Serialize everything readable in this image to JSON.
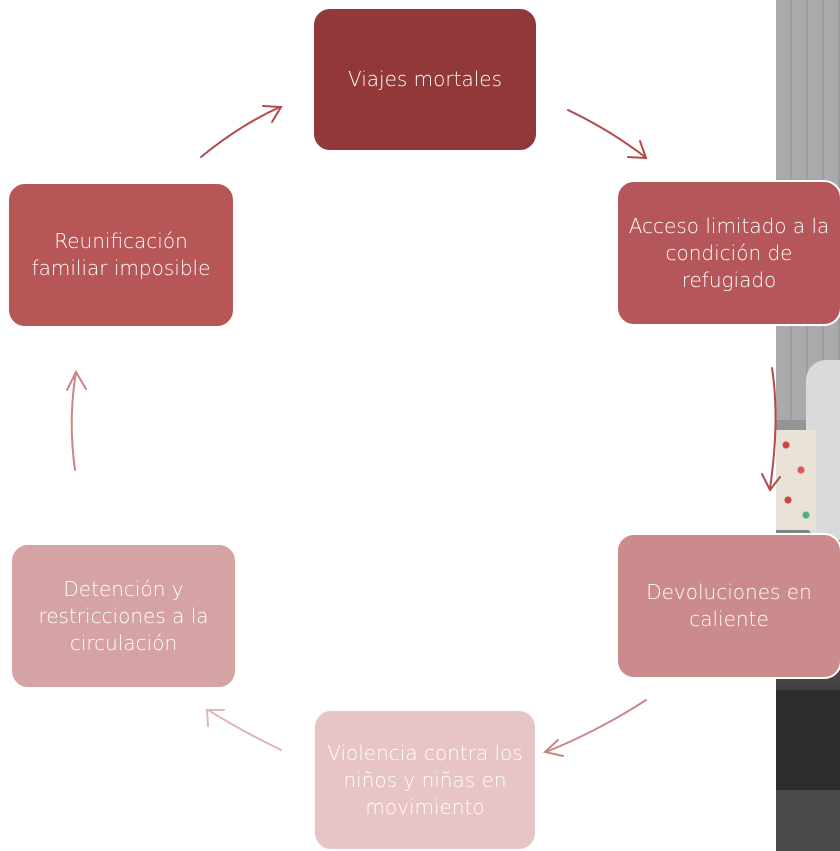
{
  "colors": {
    "c1": "#923838",
    "c2": "#b5565a",
    "c3": "#cb8a8c",
    "c4": "#e7c4c5",
    "c5": "#d5a3a4",
    "c6": "#b65657",
    "arrow_dark": "#b34a4c",
    "arrow_mid": "#c98587",
    "arrow_light": "#e2b7b8"
  },
  "cycle": {
    "nodes": [
      {
        "label": "Viajes mortales"
      },
      {
        "label": "Acceso limitado a la condición de refugiado"
      },
      {
        "label": "Devoluciones en caliente"
      },
      {
        "label": "Violencia contra los niños y niñas en movimiento"
      },
      {
        "label": "Detención y restricciones a la circulación"
      },
      {
        "label": "Reunificación familiar imposible"
      }
    ]
  },
  "photo": {
    "icon": "photo-image"
  }
}
